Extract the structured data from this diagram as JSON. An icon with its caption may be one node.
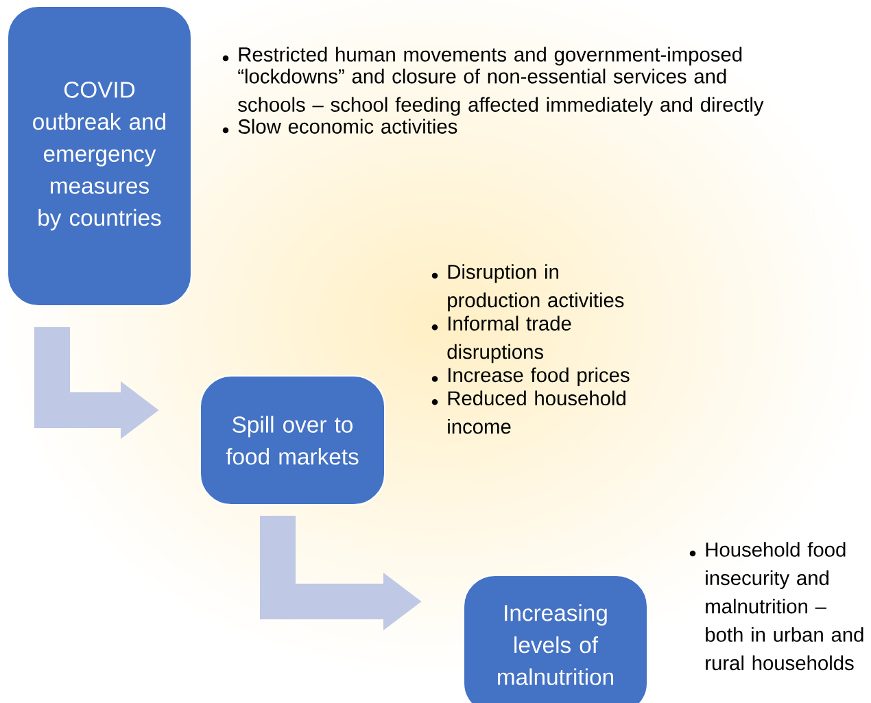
{
  "diagram": {
    "nodes": [
      {
        "text": [
          "COVID outbreak and emergency measures by countries"
        ],
        "beside": [
          "Restricted human movements and government-imposed",
          "“lockdowns” and closure of non-essential services and schools – school feeding affected immediately and directly",
          "Slow economic activities"
        ]
      },
      {
        "text": [
          "Spill over to food markets"
        ],
        "beside": [
          "Disruption in production activities",
          "Informal trade disruptions",
          "Increase food prices",
          "Reduced household income"
        ]
      },
      {
        "text": [
          "Increasing levels of malnutrition"
        ],
        "beside": [
          "Household food insecurity and malnutrition – both in urban and rural households"
        ]
      }
    ],
    "edges": [
      {
        "from": 0,
        "to": 1,
        "arrow": "to"
      },
      {
        "from": 1,
        "to": 2,
        "arrow": "to"
      }
    ]
  }
}
